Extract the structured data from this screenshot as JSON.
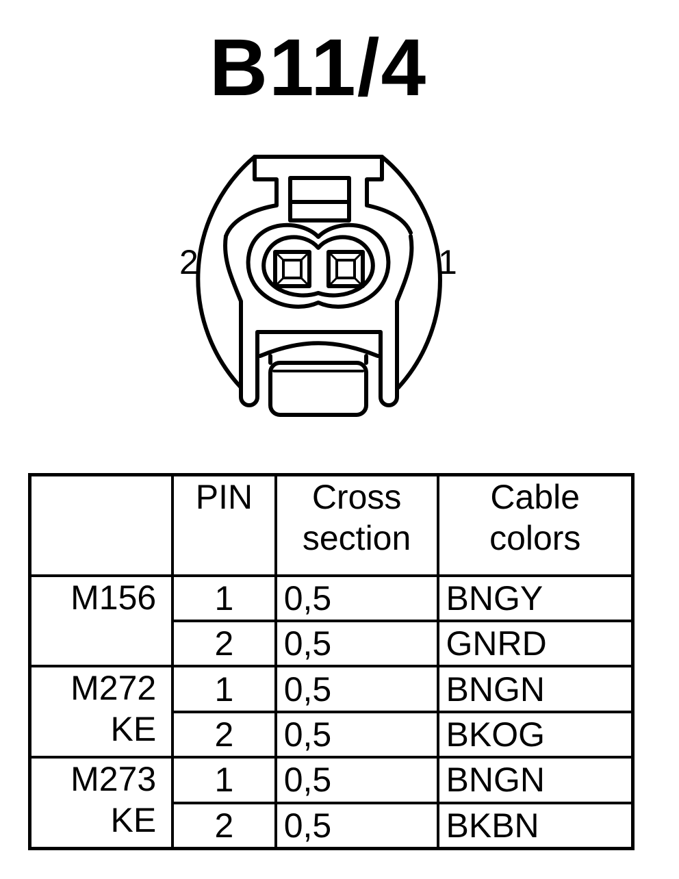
{
  "title": "B11/4",
  "connector": {
    "left_label": "2",
    "right_label": "1"
  },
  "table": {
    "headers": {
      "engine": "",
      "pin": "PIN",
      "cross_section": [
        "Cross",
        "section"
      ],
      "cable_colors": [
        "Cable",
        "colors"
      ]
    },
    "groups": [
      {
        "engine": [
          "M156"
        ],
        "rows": [
          {
            "pin": "1",
            "cross_section": "0,5",
            "color": "BNGY"
          },
          {
            "pin": "2",
            "cross_section": "0,5",
            "color": "GNRD"
          }
        ]
      },
      {
        "engine": [
          "M272",
          "KE"
        ],
        "rows": [
          {
            "pin": "1",
            "cross_section": "0,5",
            "color": "BNGN"
          },
          {
            "pin": "2",
            "cross_section": "0,5",
            "color": "BKOG"
          }
        ]
      },
      {
        "engine": [
          "M273",
          "KE"
        ],
        "rows": [
          {
            "pin": "1",
            "cross_section": "0,5",
            "color": "BNGN"
          },
          {
            "pin": "2",
            "cross_section": "0,5",
            "color": "BKBN"
          }
        ]
      }
    ]
  }
}
